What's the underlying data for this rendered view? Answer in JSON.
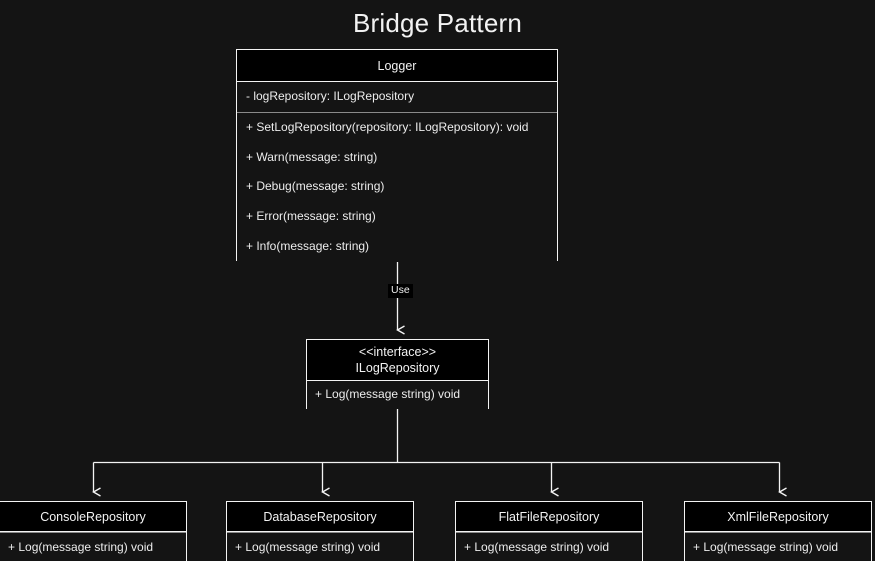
{
  "diagram": {
    "title": "Bridge Pattern",
    "type": "uml-class-diagram",
    "background_color": "#141414",
    "line_color": "#f4f4f4",
    "text_color": "#f2f2f2",
    "header_fill": "#000000",
    "divider_color": "#8a8a8a"
  },
  "abstraction": {
    "name": "Logger",
    "attributes": [
      "- logRepository: ILogRepository"
    ],
    "methods": [
      "+ SetLogRepository(repository: ILogRepository): void",
      "+ Warn(message: string)",
      "+ Debug(message: string)",
      "+ Error(message: string)",
      "+ Info(message: string)"
    ]
  },
  "edges": {
    "use_label": "Use"
  },
  "implementor": {
    "stereotype": "<<interface>>",
    "name": "ILogRepository",
    "methods": [
      "+ Log(message string) void"
    ]
  },
  "concrete_implementors": [
    {
      "name": "ConsoleRepository",
      "methods": [
        "+ Log(message string) void"
      ]
    },
    {
      "name": "DatabaseRepository",
      "methods": [
        "+ Log(message string) void"
      ]
    },
    {
      "name": "FlatFileRepository",
      "methods": [
        "+ Log(message string) void"
      ]
    },
    {
      "name": "XmlFileRepository",
      "methods": [
        "+ Log(message string) void"
      ]
    }
  ]
}
